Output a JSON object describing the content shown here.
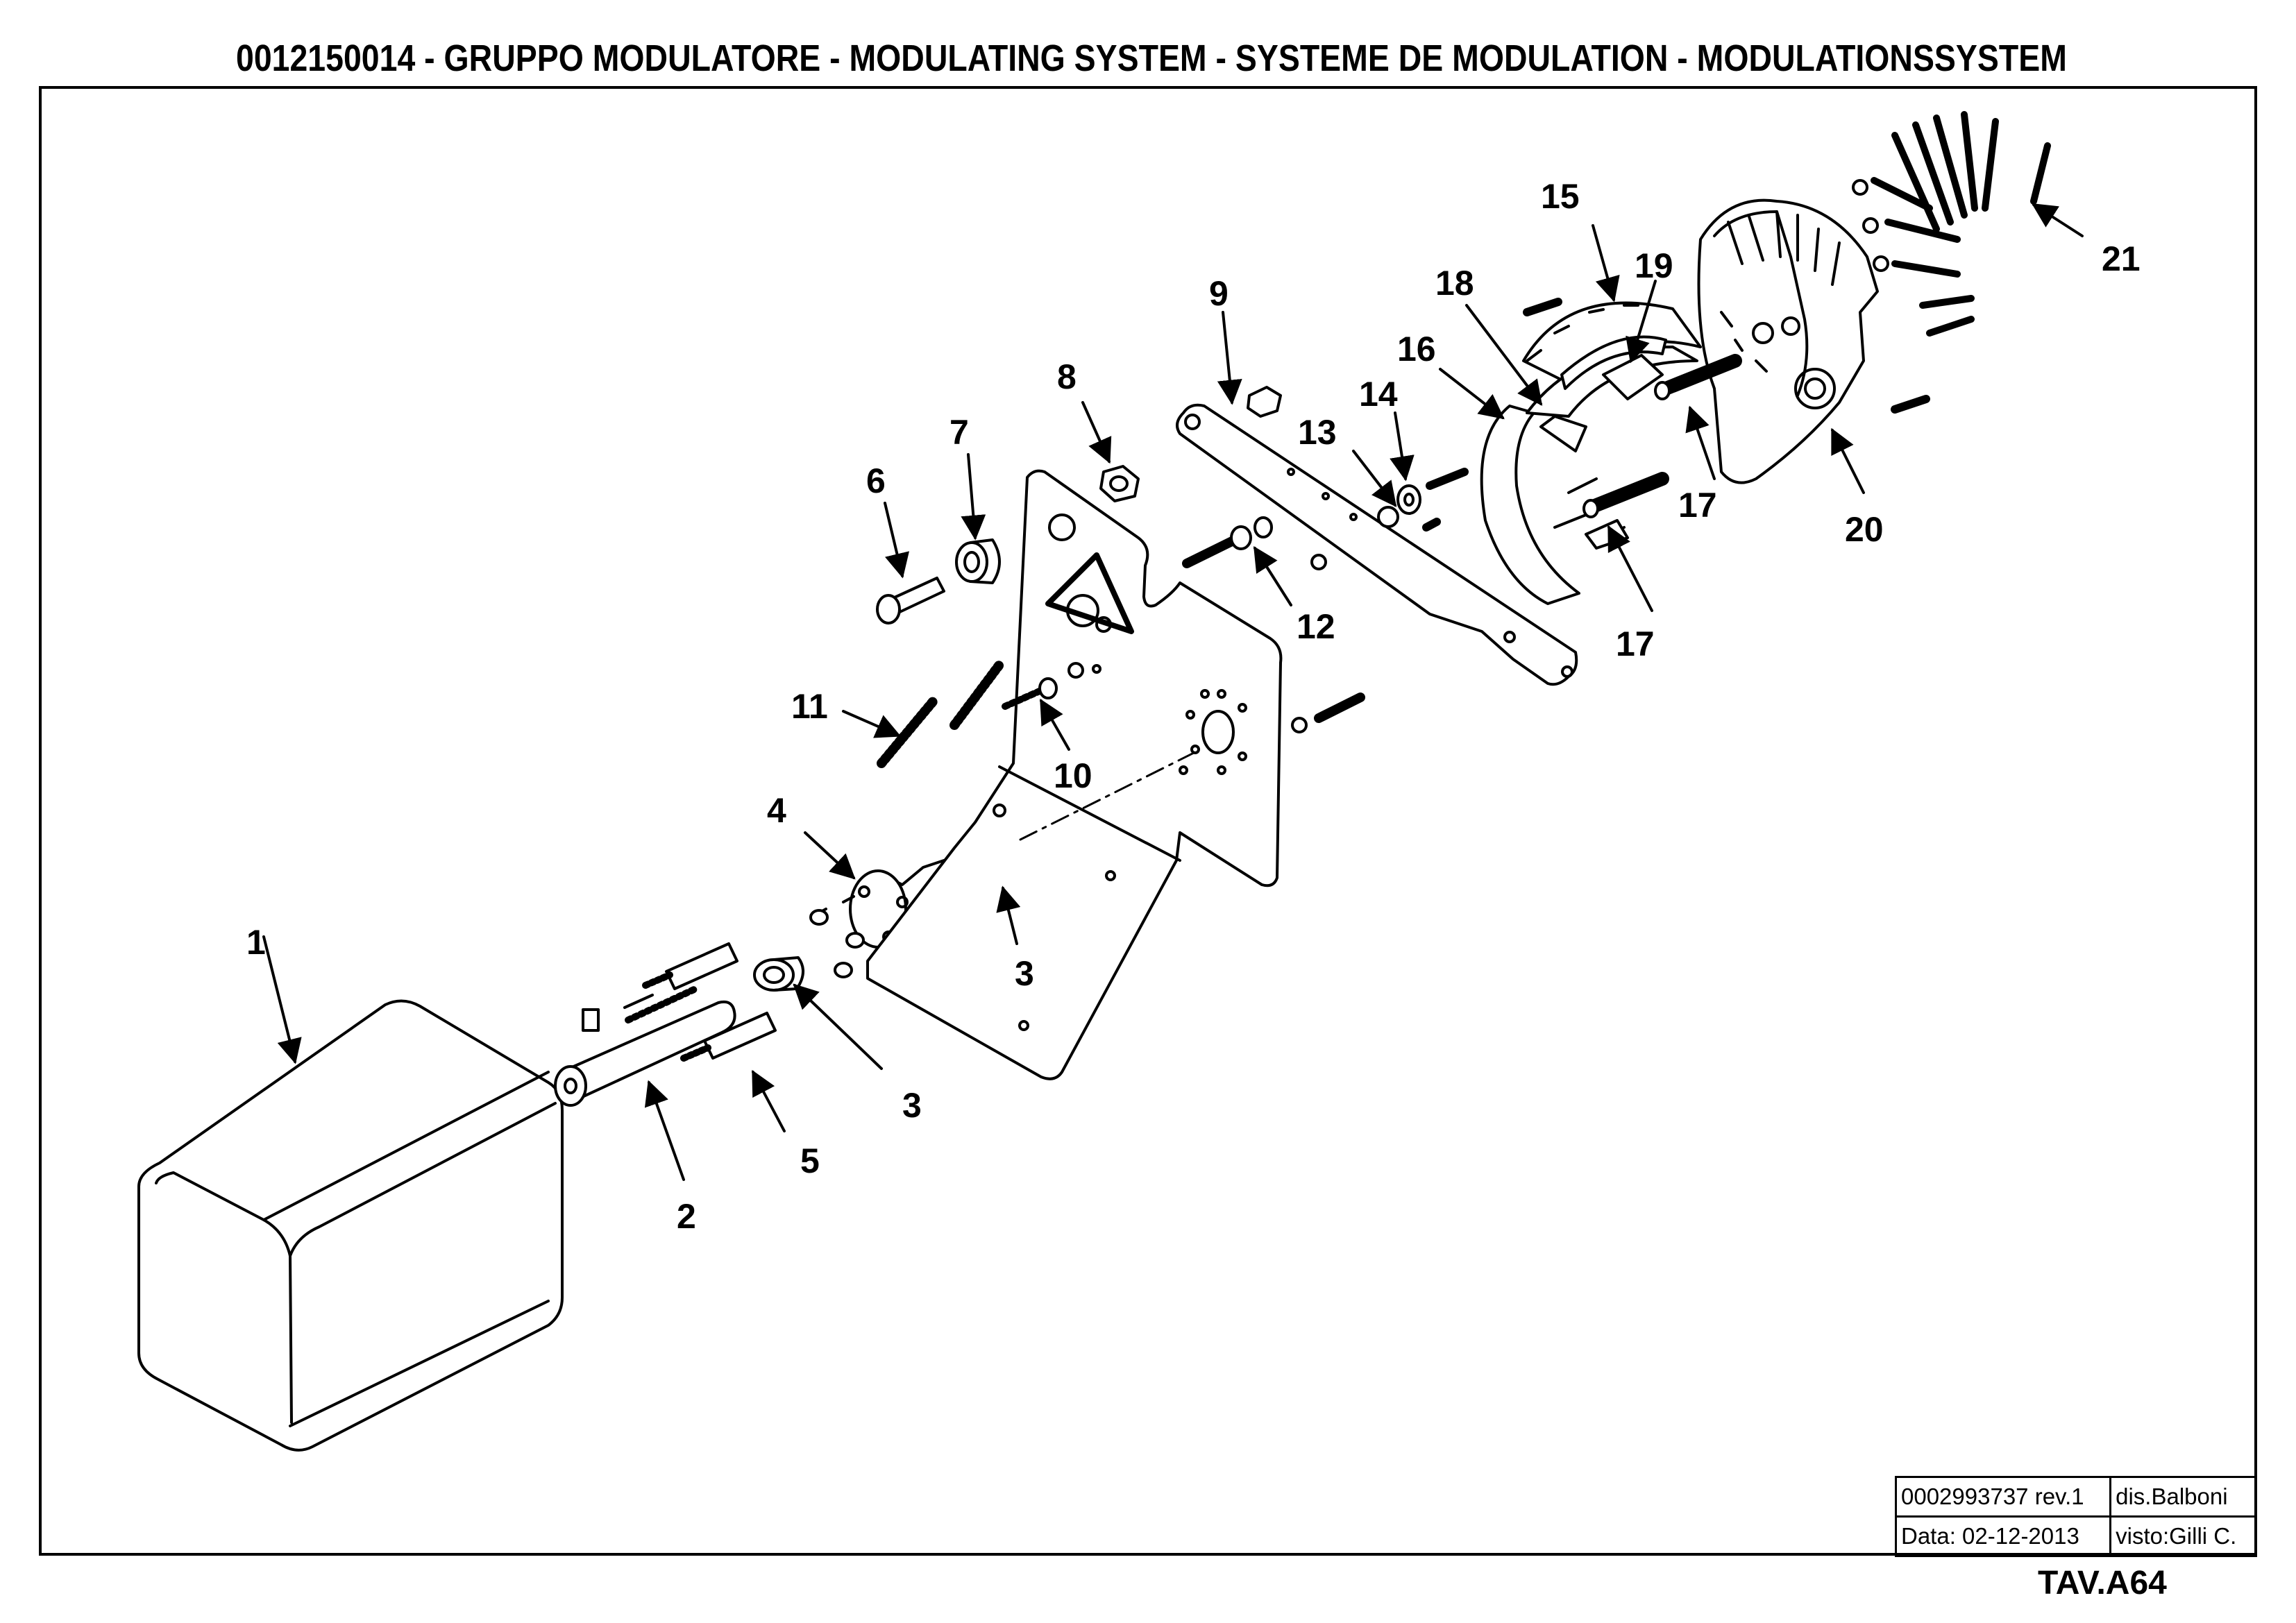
{
  "title": "0012150014 - GRUPPO MODULATORE - MODULATING SYSTEM - SYSTEME DE MODULATION - MODULATIONSSYSTEM",
  "callouts": [
    "1",
    "2",
    "3",
    "3",
    "4",
    "5",
    "6",
    "7",
    "8",
    "9",
    "10",
    "11",
    "12",
    "13",
    "14",
    "15",
    "16",
    "17",
    "17",
    "18",
    "19",
    "20",
    "21"
  ],
  "title_block": {
    "drawing_number": "0002993737 rev.1",
    "drawn_by": "dis.Balboni",
    "date": "Data:  02-12-2013",
    "checked_by": "visto:Gilli C."
  },
  "sheet_id": "TAV.A64"
}
